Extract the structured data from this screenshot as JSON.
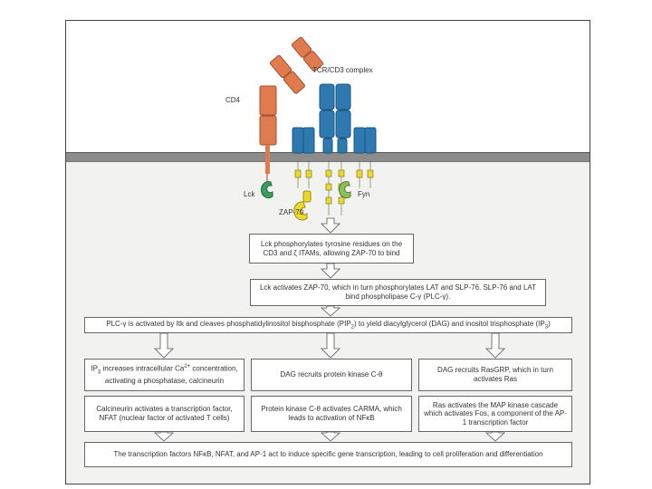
{
  "labels": {
    "cd4": "CD4",
    "tcr": "TCR/CD3 complex",
    "lck": "Lck",
    "zap70": "ZAP-70",
    "fyn": "Fyn"
  },
  "steps": {
    "s1": "Lck phosphorylates tyrosine residues on the CD3 and ζ ITAMs, allowing ZAP-70 to bind",
    "s2": "Lck activates ZAP-70, which in turn phosphorylates LAT and SLP-76. SLP-76 and LAT bind phospholipase C-γ (PLC-γ).",
    "s3_pre": "PLC-γ is activated by Itk and cleaves phosphatidylinositol bisphosphate (PIP",
    "s3_sub1": "2",
    "s3_post": ") to yield diacylglycerol (DAG) and inositol trisphosphate (IP",
    "s3_sub2": "3",
    "s3_end": ")",
    "b1_pre": "IP",
    "b1_sub": "3",
    "b1_mid": " increases intracellular Ca",
    "b1_sup": "2+",
    "b1_post": " concentration, activating a phosphatase, calcineurin",
    "b2": "DAG recruits protein kinase C-θ",
    "b3": "DAG recruits RasGRP, which in turn activates Ras",
    "c1": "Calcineurin activates a transcription factor, NFAT (nuclear factor of activated T cells)",
    "c2_pre": "Protein kinase C-θ activates CARMA, which leads to activation of NFκB",
    "c3": "Ras activates the MAP kinase cascade which activates Fos, a component of the AP-1 transcription factor",
    "final": "The transcription factors NFκB, NFAT, and AP-1 act to induce specific gene transcription, leading to cell proliferation and differentiation"
  },
  "colors": {
    "cd4": "#e07a4f",
    "tcr": "#2e7ab0",
    "itam": "#ecd92c",
    "kinase_green": "#3a9c5e",
    "zap": "#ecd92c",
    "fyn": "#8ec05a",
    "membrane": "#8c8c8c"
  },
  "icons": [
    "arrow-down-icon"
  ]
}
